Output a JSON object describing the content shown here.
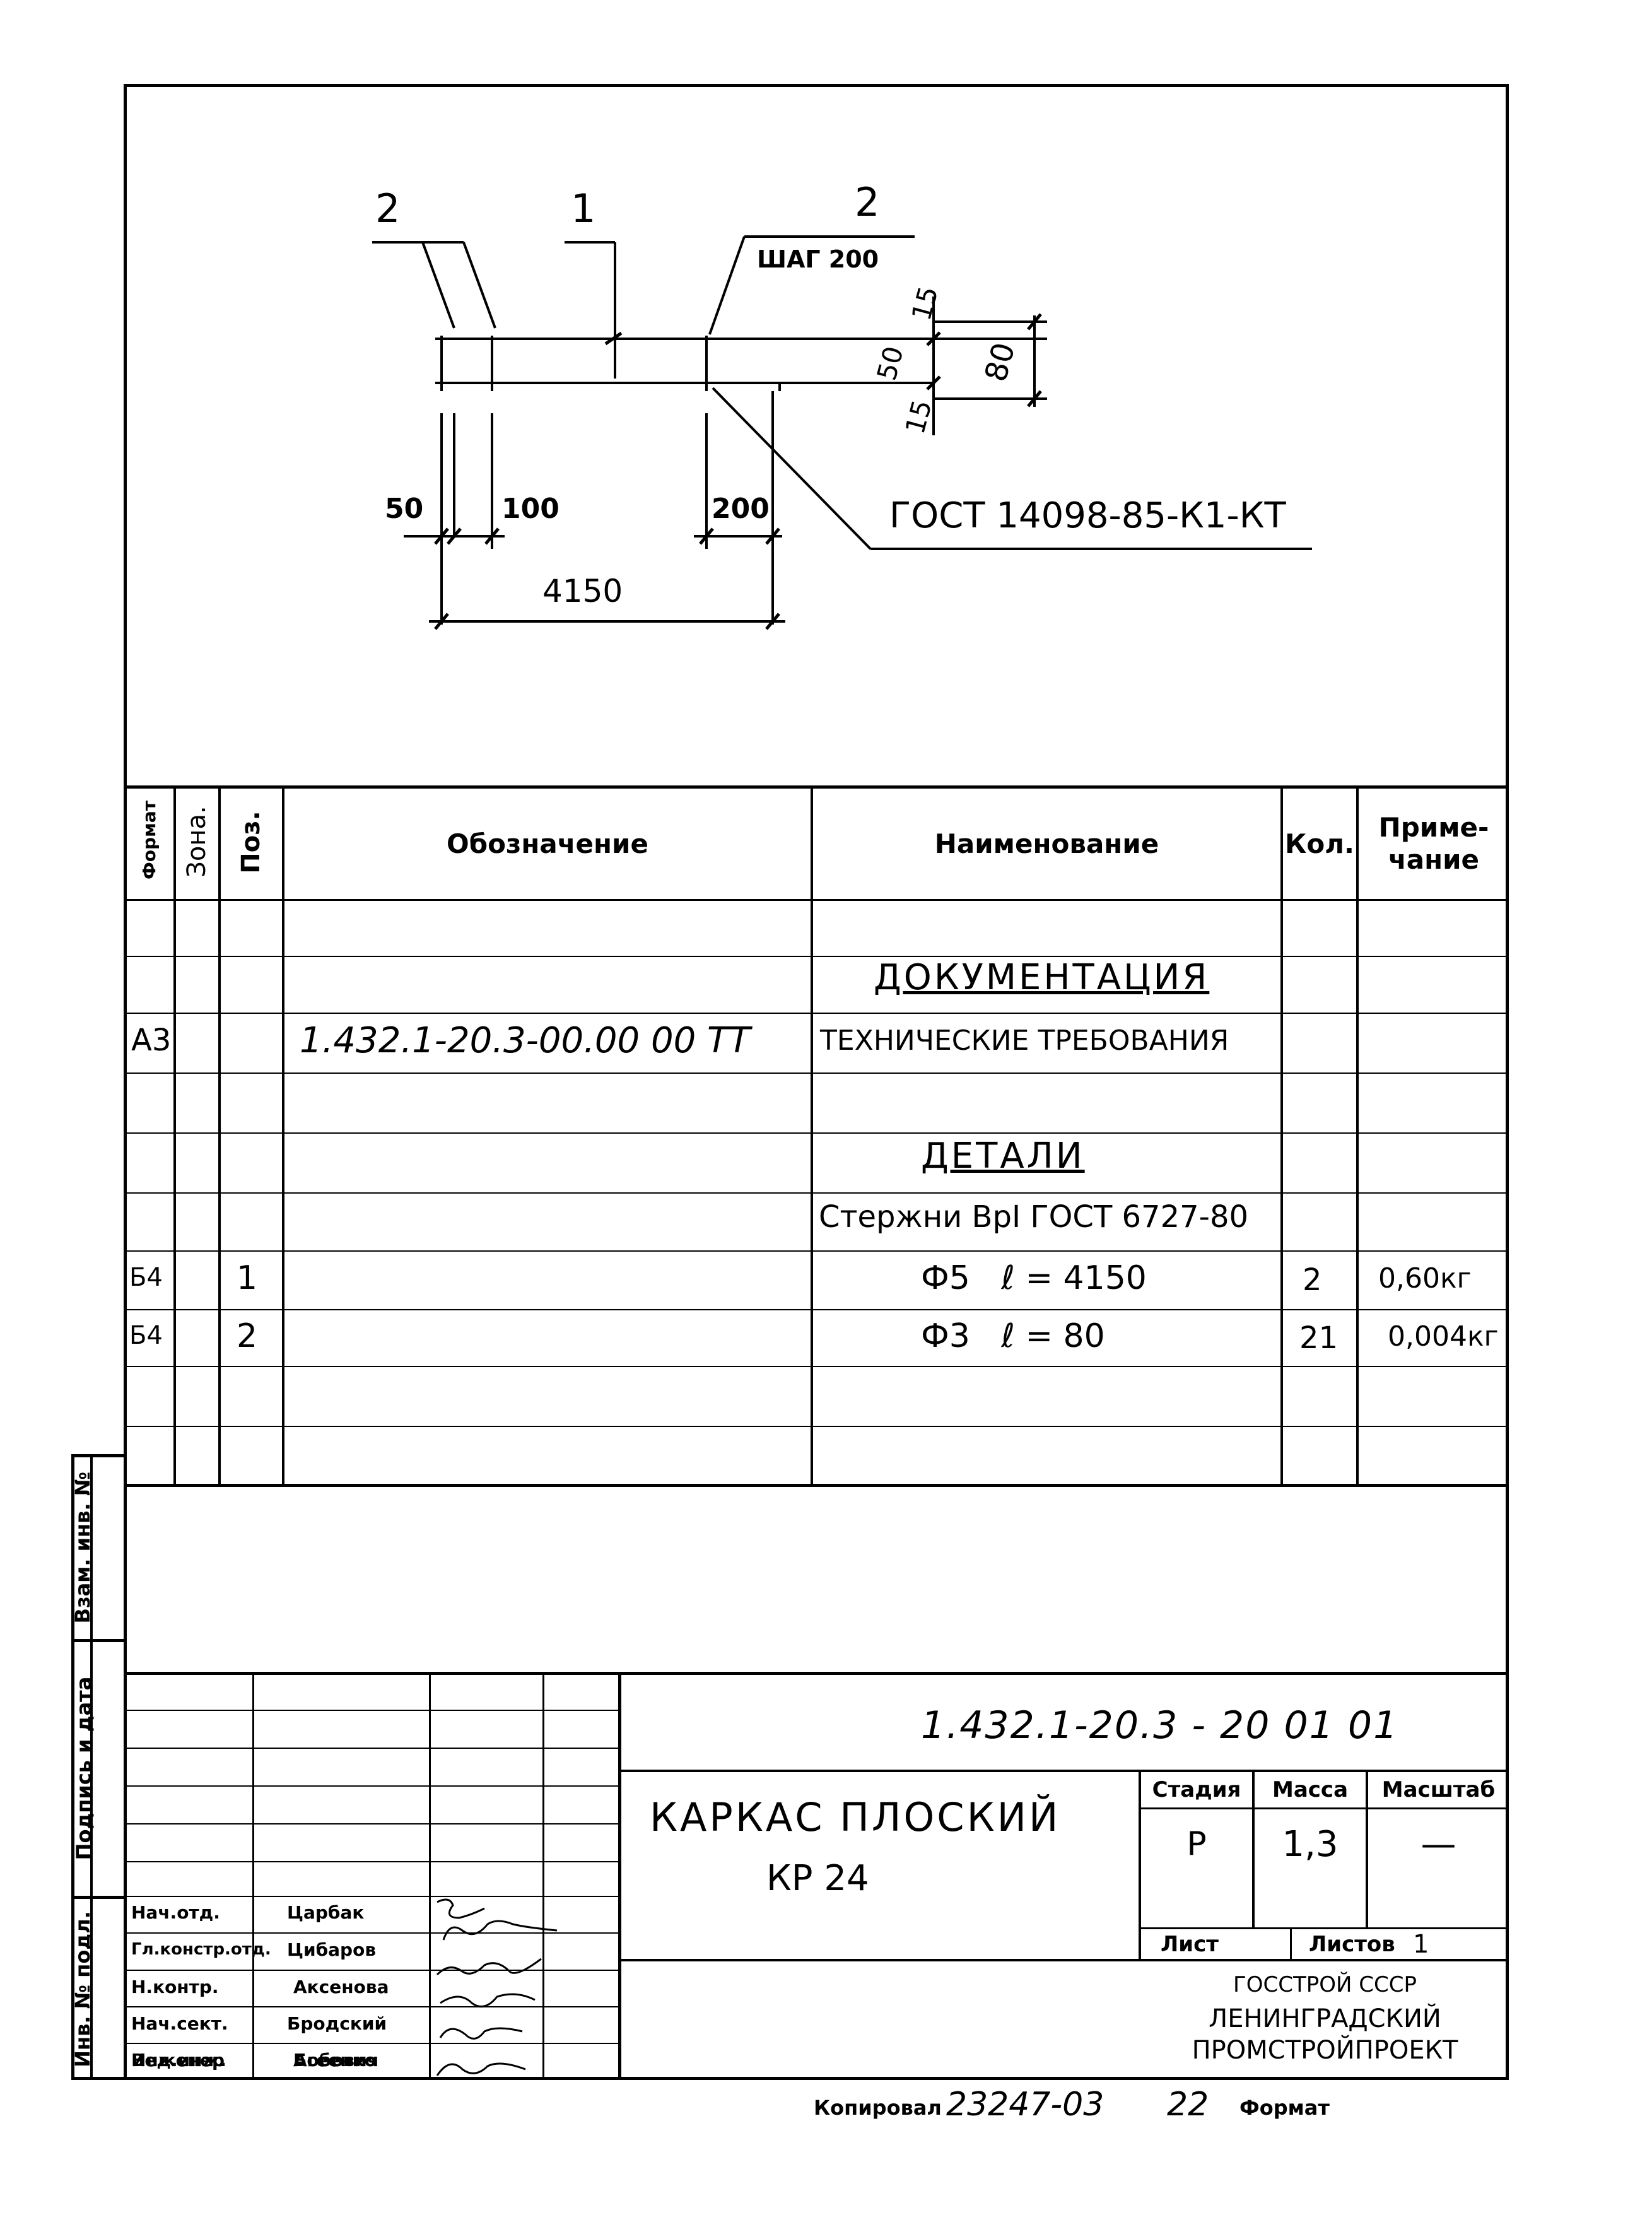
{
  "drawing": {
    "pos_left_top": "2",
    "pos_middle_top": "1",
    "pos_right_top": "2",
    "step_note": "ШАГ 200",
    "dim_15_top": "15",
    "dim_50_vert": "50",
    "dim_15_bottom": "15",
    "dim_80": "80",
    "dim_50": "50",
    "dim_100": "100",
    "dim_200": "200",
    "dim_4150": "4150",
    "gost_note": "ГОСТ 14098-85-К1-КТ"
  },
  "spec": {
    "headers": {
      "format": "Формат",
      "zone": "Зона.",
      "pos": "Поз.",
      "designation": "Обозначение",
      "name": "Наименование",
      "qty": "Кол.",
      "note": "Приме-чание"
    },
    "rows": [
      {
        "format": "",
        "zone": "",
        "pos": "",
        "designation": "",
        "name": "",
        "qty": "",
        "note": ""
      },
      {
        "format": "",
        "zone": "",
        "pos": "",
        "designation": "",
        "name": "ДОКУМЕНТАЦИЯ",
        "qty": "",
        "note": ""
      },
      {
        "format": "А3",
        "zone": "",
        "pos": "",
        "designation": "1.432.1-20.3-00.00 00 ТТ",
        "name": "ТЕХНИЧЕСКИЕ ТРЕБОВАНИЯ",
        "qty": "",
        "note": ""
      },
      {
        "format": "",
        "zone": "",
        "pos": "",
        "designation": "",
        "name": "",
        "qty": "",
        "note": ""
      },
      {
        "format": "",
        "zone": "",
        "pos": "",
        "designation": "",
        "name": "ДЕТАЛИ",
        "qty": "",
        "note": ""
      },
      {
        "format": "",
        "zone": "",
        "pos": "",
        "designation": "",
        "name": "Стержни ВрI ГОСТ 6727-80",
        "qty": "",
        "note": ""
      },
      {
        "format": "Б4",
        "zone": "",
        "pos": "1",
        "designation": "",
        "name": "Ф5   ℓ = 4150",
        "qty": "2",
        "note": "0,60кг"
      },
      {
        "format": "Б4",
        "zone": "",
        "pos": "2",
        "designation": "",
        "name": "Ф3   ℓ = 80",
        "qty": "21",
        "note": "0,004кг"
      },
      {
        "format": "",
        "zone": "",
        "pos": "",
        "designation": "",
        "name": "",
        "qty": "",
        "note": ""
      },
      {
        "format": "",
        "zone": "",
        "pos": "",
        "designation": "",
        "name": "",
        "qty": "",
        "note": ""
      }
    ]
  },
  "side_stamp": {
    "vzam": "Взам. инв. №",
    "podpis": "Подпись и дата",
    "inv": "Инв. № подл."
  },
  "title_block": {
    "doc_number": "1.432.1-20.3 - 20 01 01",
    "title_line1": "КАРКАС ПЛОСКИЙ",
    "title_line2": "КР 24",
    "stage_label": "Стадия",
    "mass_label": "Масса",
    "scale_label": "Масштаб",
    "stage_value": "Р",
    "mass_value": "1,3",
    "scale_value": "—",
    "sheet_label": "Лист",
    "sheets_label": "Листов",
    "sheets_value": "1",
    "org_line1": "ГОССТРОЙ СССР",
    "org_line2": "ЛЕНИНГРАДСКИЙ",
    "org_line3": "ПРОМСТРОЙПРОЕКТ",
    "signatures": [
      {
        "role": "Нач.отд.",
        "name": "Царбак"
      },
      {
        "role": "Гл.констр.отд.",
        "name": "Цибаров"
      },
      {
        "role": "Н.контр.",
        "name": "Аксенова"
      },
      {
        "role": "Нач.сект.",
        "name": "Бродский"
      },
      {
        "role": "Вед.инж.",
        "name": "Агеенко"
      },
      {
        "role": "Инженер",
        "name": "Бобович"
      }
    ]
  },
  "footer": {
    "copied_label": "Копировал",
    "copied_number": "23247-03",
    "copied_sheet": "22",
    "format_label": "Формат"
  }
}
